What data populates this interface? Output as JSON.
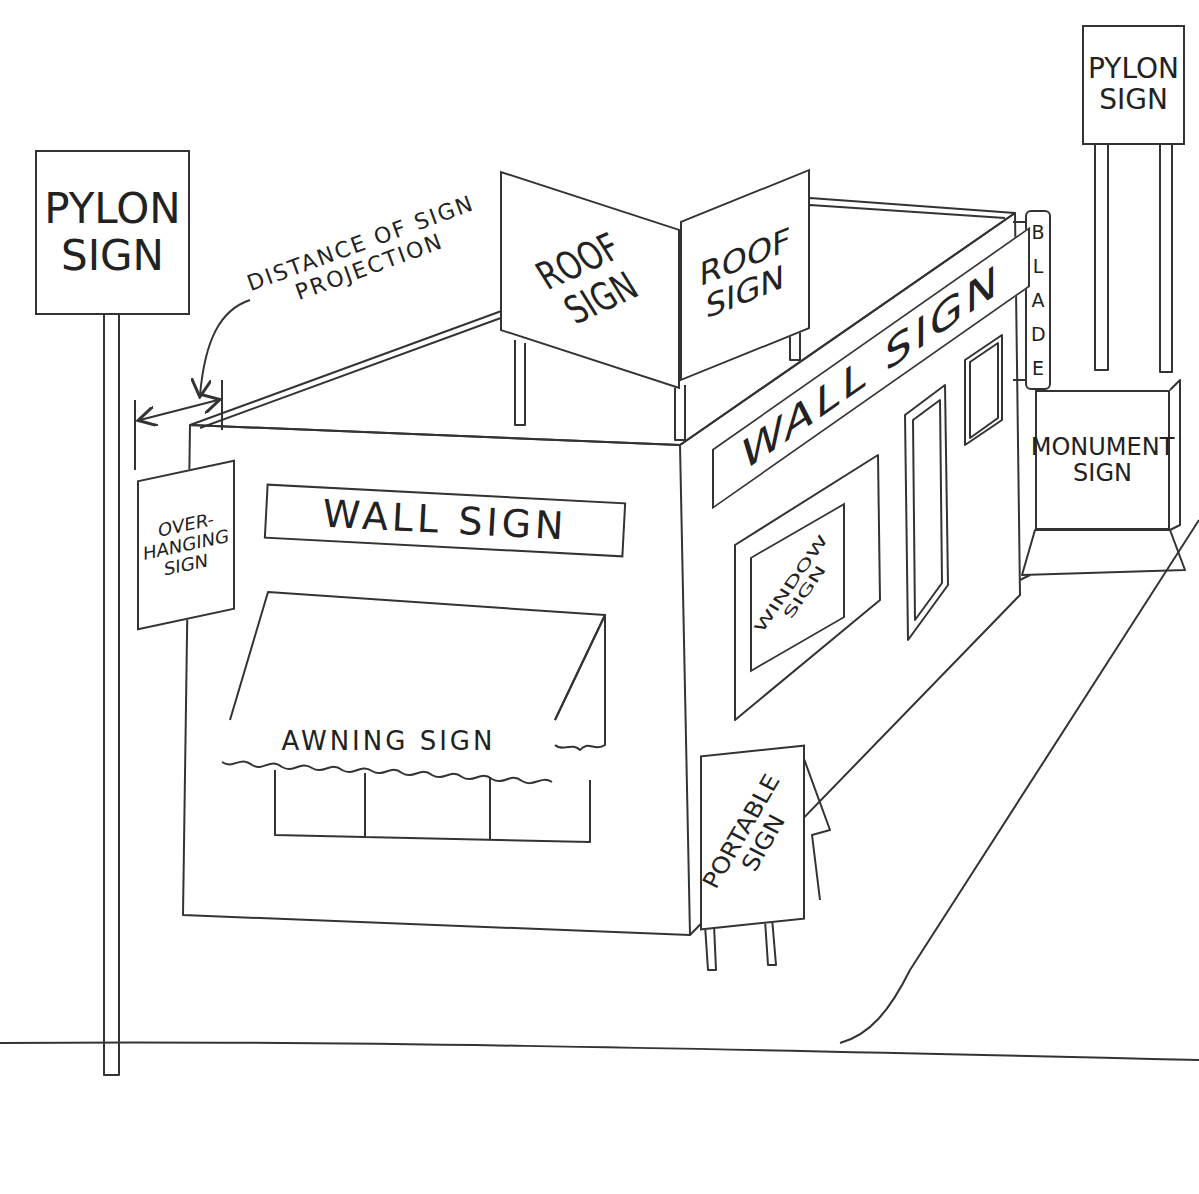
{
  "diagram": {
    "nodes": [
      {
        "text": [
          "PYLON SIGN"
        ]
      },
      {
        "text": [
          "PYLON SIGN"
        ]
      },
      {
        "text": [
          "ROOF SIGN"
        ]
      },
      {
        "text": [
          "ROOF SIGN"
        ]
      },
      {
        "text": [
          "BLADE"
        ]
      },
      {
        "text": [
          "OVER- HANGING SIGN"
        ]
      },
      {
        "text": [
          "WALL SIGN"
        ]
      },
      {
        "text": [
          "WALL SIGN"
        ]
      },
      {
        "text": [
          "MONUMENT SIGN"
        ]
      },
      {
        "text": [
          "WINDOW SIGN"
        ]
      },
      {
        "text": [
          "AWNING SIGN"
        ]
      },
      {
        "text": [
          "PORTABLE SIGN"
        ]
      }
    ],
    "labels": [
      "DISTANCE OF SIGN PROJECTION"
    ]
  }
}
